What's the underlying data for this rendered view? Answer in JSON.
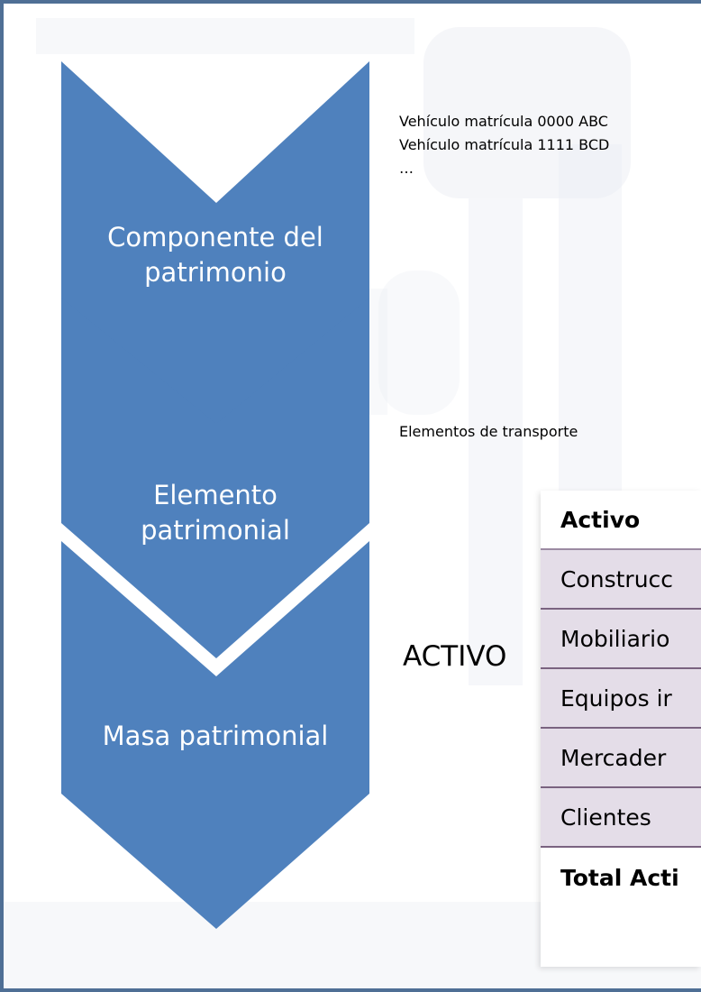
{
  "colors": {
    "chevron_fill": "#4f81bd",
    "frame_border": "#4f6f95",
    "table_row_fill": "#e4dde8",
    "table_rule": "#7a6380"
  },
  "diagram": {
    "chevrons": [
      {
        "label_line1": "Componente del",
        "label_line2": "patrimonio"
      },
      {
        "label_line1": "Elemento",
        "label_line2": "patrimonial"
      },
      {
        "label_line1": "Masa patrimonial",
        "label_line2": ""
      }
    ]
  },
  "notes": {
    "components": [
      "Vehículo matrícula 0000 ABC",
      "Vehículo matrícula 1111 BCD",
      "…"
    ],
    "element": "Elementos de transporte",
    "mass": "ACTIVO"
  },
  "table": {
    "header": "Activo",
    "rows": [
      "Construcc",
      "Mobiliario",
      "Equipos ir",
      "Mercader",
      "Clientes"
    ],
    "total": "Total Acti"
  }
}
